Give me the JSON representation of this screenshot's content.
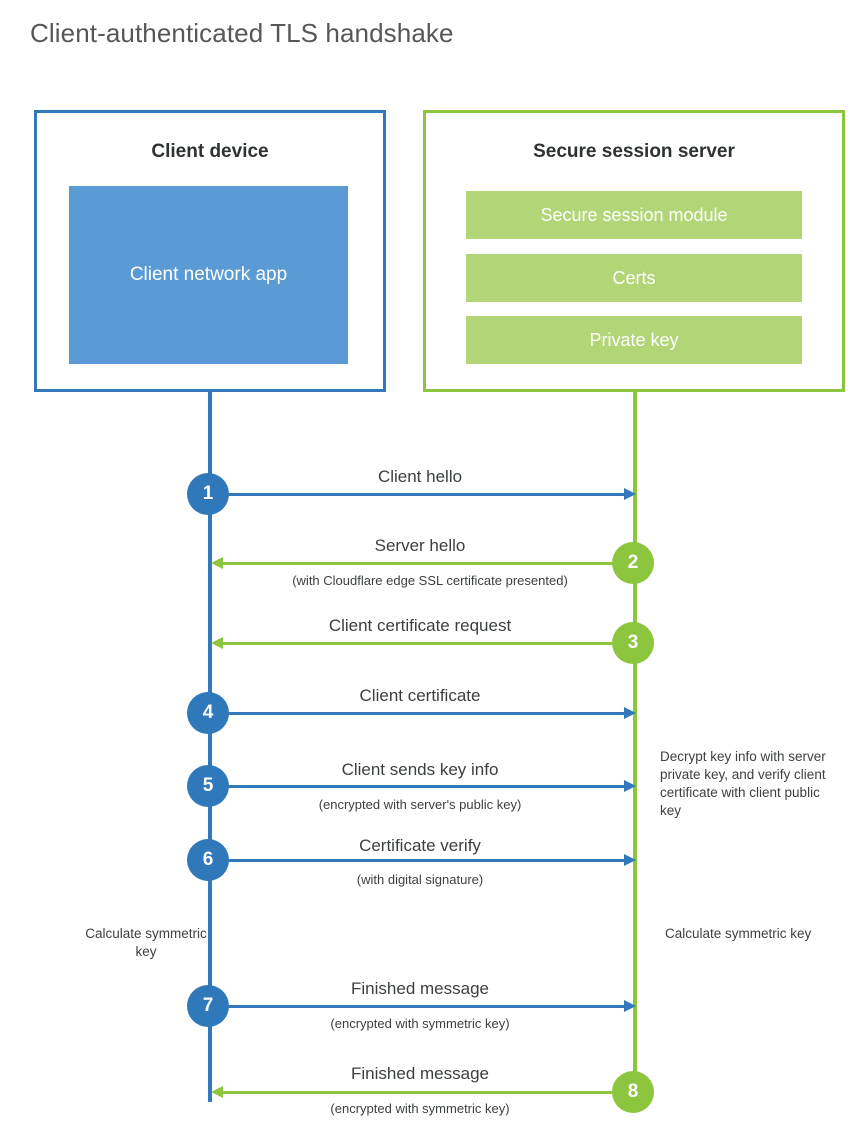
{
  "title": "Client-authenticated TLS handshake",
  "colors": {
    "client_blue": "#3279bb",
    "client_app_fill": "#5b9bd5",
    "server_green": "#8cc63f",
    "server_bar_fill": "#b2d677",
    "text": "#3c3f41",
    "title_text": "#555759"
  },
  "client": {
    "title": "Client device",
    "app_label": "Client network app"
  },
  "server": {
    "title": "Secure session server",
    "bars": [
      "Secure session module",
      "Certs",
      "Private key"
    ]
  },
  "steps": [
    {
      "number": "1",
      "label": "Client hello",
      "sublabel": "",
      "direction": "client-to-server",
      "color": "blue"
    },
    {
      "number": "2",
      "label": "Server hello",
      "sublabel": "(with Cloudflare edge SSL certificate presented)",
      "direction": "server-to-client",
      "color": "green"
    },
    {
      "number": "3",
      "label": "Client certificate request",
      "sublabel": "",
      "direction": "server-to-client",
      "color": "green"
    },
    {
      "number": "4",
      "label": "Client certificate",
      "sublabel": "",
      "direction": "client-to-server",
      "color": "blue"
    },
    {
      "number": "5",
      "label": "Client sends key info",
      "sublabel": "(encrypted with server's public key)",
      "direction": "client-to-server",
      "color": "blue"
    },
    {
      "number": "6",
      "label": "Certificate verify",
      "sublabel": "(with digital signature)",
      "direction": "client-to-server",
      "color": "blue"
    },
    {
      "number": "7",
      "label": "Finished message",
      "sublabel": "(encrypted with symmetric key)",
      "direction": "client-to-server",
      "color": "blue"
    },
    {
      "number": "8",
      "label": "Finished message",
      "sublabel": "(encrypted with symmetric key)",
      "direction": "server-to-client",
      "color": "green"
    }
  ],
  "annotations": {
    "server_decrypt_note": "Decrypt key info with server private key, and verify client certificate with client public key",
    "client_calculate_note": "Calculate symmetric key",
    "server_calculate_note": "Calculate symmetric key"
  }
}
